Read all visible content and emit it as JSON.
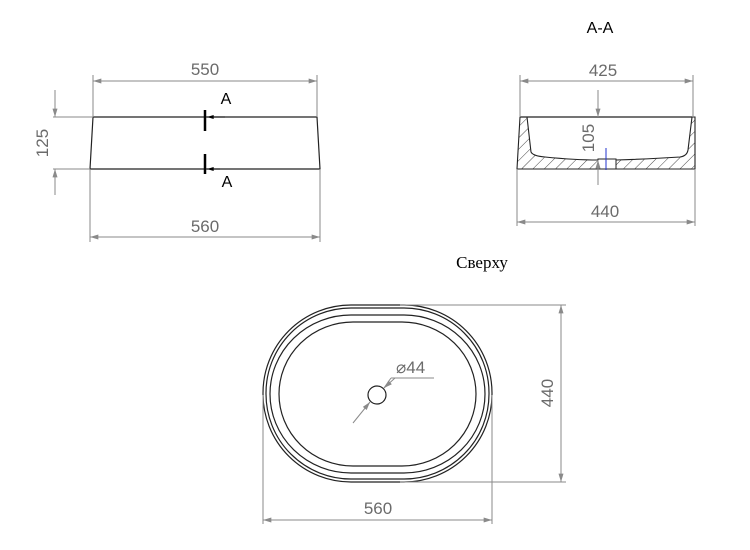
{
  "front_view": {
    "top_width": "550",
    "bottom_width": "560",
    "height": "125",
    "section_mark_top": "A",
    "section_mark_bottom": "A"
  },
  "section_view": {
    "title": "A-A",
    "top_width": "425",
    "bottom_width": "440",
    "depth": "105"
  },
  "top_view": {
    "title": "Сверху",
    "length": "560",
    "width": "440",
    "drain_diameter": "44",
    "diameter_symbol": "⌀"
  }
}
